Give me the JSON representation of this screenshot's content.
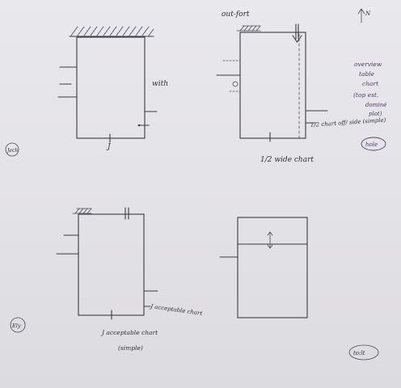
{
  "sheet": {
    "labels": {
      "outline_top_left": "with",
      "outline_top_left_bottom": "J",
      "vel_top_left": "Jech",
      "outline_top_right_corner": "out-fort",
      "outline_top_right_bottom": "1/2 wide chart",
      "outline_top_right_side": "1/2 chart off/ side (simple)",
      "north_arrow": "N",
      "note_lines": [
        "overview",
        "table",
        "chart",
        "(top est.",
        "dominé",
        "plot)"
      ],
      "note_badge": "hole",
      "outline_bottom_left_side": "J acceptable chart",
      "outline_bottom_left_bottom": "J acceptable chart",
      "outline_bottom_left_bottom2": "(simple)",
      "vel_bottom_left": "Ely",
      "vel_bottom_right": "to:lt"
    }
  }
}
